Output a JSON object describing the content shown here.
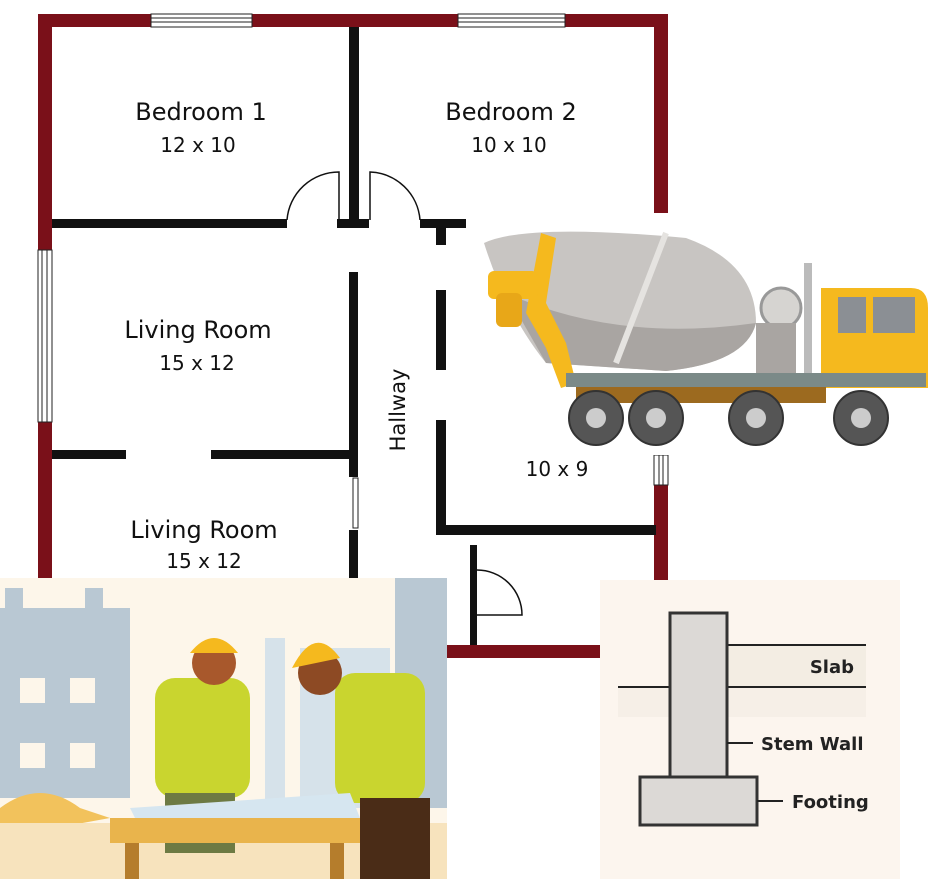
{
  "floor_plan": {
    "rooms": [
      {
        "name": "Bedroom 1",
        "size": "12 x 10"
      },
      {
        "name": "Bedroom 2",
        "size": "10 x 10"
      },
      {
        "name": "Living Room",
        "size": "15 x 12"
      },
      {
        "name": "Living Room",
        "size": "15 x 12"
      },
      {
        "name": "",
        "size": "10 x 9"
      }
    ],
    "hallway": "Hallway",
    "colors": {
      "exterior_wall": "#7a1019",
      "interior_wall": "#111111"
    }
  },
  "foundation_diagram": {
    "labels": {
      "slab": "Slab",
      "stem_wall": "Stem Wall",
      "footing": "Footing"
    },
    "colors": {
      "background": "#fcf5ee",
      "concrete": "#dcd9d6"
    }
  },
  "images": {
    "cement_truck": "cement-mixer-truck-illustration",
    "workers": "construction-workers-reviewing-blueprints-illustration"
  }
}
